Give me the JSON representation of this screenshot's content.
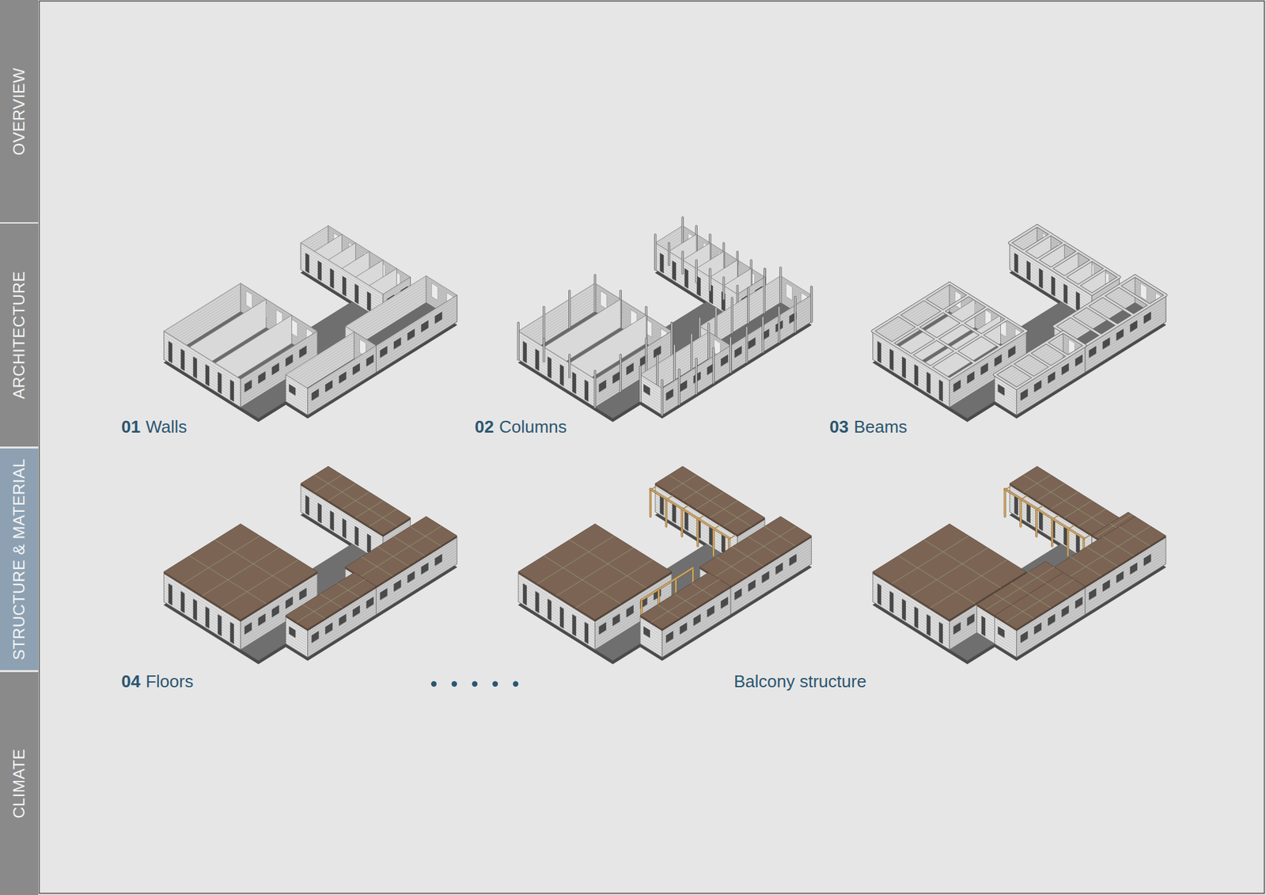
{
  "diagram": {
    "nodes": [
      {
        "text": [
          "OVERVIEW"
        ]
      },
      {
        "text": [
          "ARCHITECTURE"
        ]
      },
      {
        "text": [
          "STRUCTURE & MATERIAL"
        ]
      },
      {
        "text": [
          "CLIMATE"
        ]
      }
    ],
    "labels": [
      "01",
      "Walls",
      "02",
      "Columns",
      "03",
      "Beams",
      "04",
      "Floors",
      "Balcony structure"
    ]
  }
}
